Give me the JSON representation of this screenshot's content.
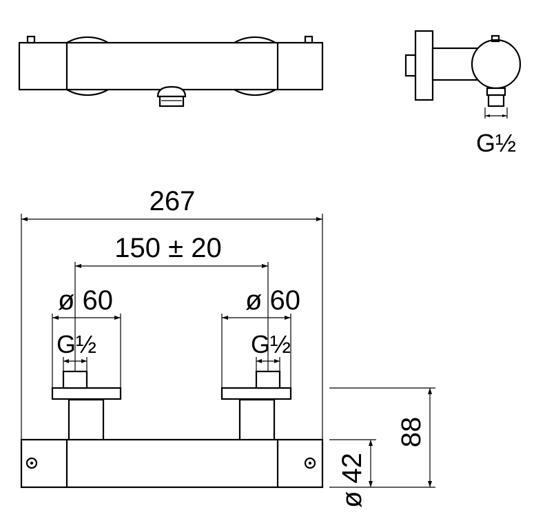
{
  "drawing": {
    "thread_top_right": "G½",
    "overall_width": "267",
    "inlet_spacing": "150 ± 20",
    "flange_diameter_left": "ø 60",
    "flange_diameter_right": "ø 60",
    "thread_left": "G½",
    "thread_right": "G½",
    "height_to_inlets": "88",
    "body_diameter": "ø 42"
  },
  "colors": {
    "line": "#000000",
    "background": "#ffffff"
  }
}
